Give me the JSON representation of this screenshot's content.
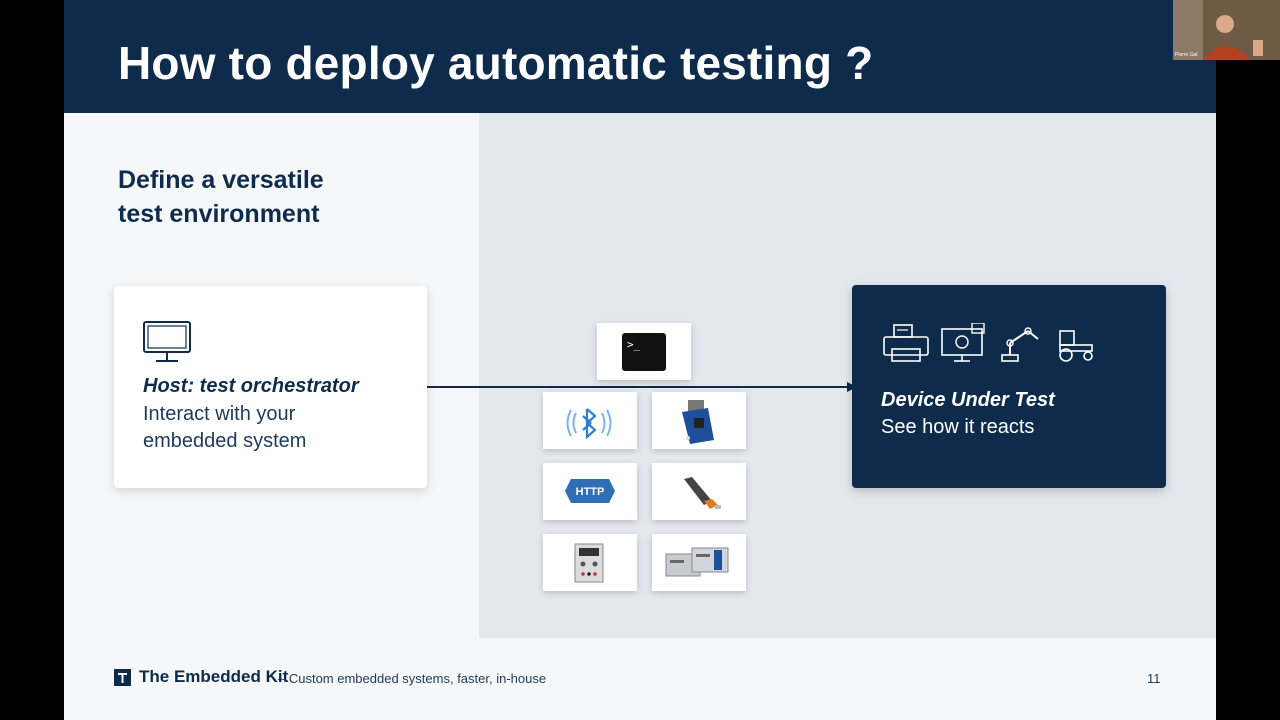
{
  "slide": {
    "title": "How to deploy automatic testing ?",
    "subtitle_line1": "Define a versatile",
    "subtitle_line2": "test environment"
  },
  "host_card": {
    "title": "Host: test orchestrator",
    "desc_line1": "Interact with your",
    "desc_line2": "embedded system",
    "icon": "monitor-icon"
  },
  "dut_card": {
    "title": "Device Under Test",
    "desc": "See how it reacts",
    "icons": [
      "printer-icon",
      "dashboard-screen-icon",
      "robot-arm-icon",
      "tractor-icon"
    ]
  },
  "interfaces": {
    "terminal_glyph": ">_",
    "http_label": "HTTP",
    "tiles": [
      "terminal-icon",
      "bluetooth-icon",
      "debug-board-image",
      "http-icon",
      "usb-serial-cable-image",
      "power-supply-image",
      "can-interface-modules-image"
    ]
  },
  "footer": {
    "brand": "The Embedded Kit",
    "tagline": "– Custom embedded systems, faster, in-house",
    "logo_letter": "T",
    "page_number": "11"
  },
  "webcam": {
    "name_label": "Pierre Gal"
  },
  "colors": {
    "navy": "#0e2b4b",
    "panel": "#e3e8ee",
    "background": "#f6f7f9"
  }
}
